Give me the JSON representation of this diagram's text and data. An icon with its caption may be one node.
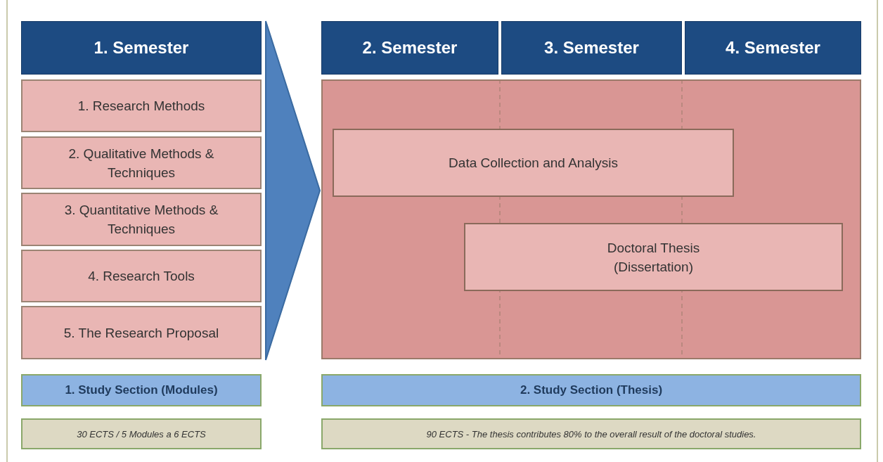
{
  "diagram": {
    "nodes": [
      {
        "text": [
          "1. Semester"
        ]
      },
      {
        "text": [
          "2. Semester"
        ]
      },
      {
        "text": [
          "3. Semester"
        ]
      },
      {
        "text": [
          "4. Semester"
        ]
      },
      {
        "text": [
          "1. Research Methods"
        ]
      },
      {
        "text": [
          "2. Qualitative Methods & Techniques"
        ]
      },
      {
        "text": [
          "3. Quantitative Methods & Techniques"
        ]
      },
      {
        "text": [
          "4. Research Tools"
        ]
      },
      {
        "text": [
          "5. The Research Proposal"
        ]
      },
      {
        "text": [],
        "shape": "box"
      },
      {
        "text": [
          "Data Collection and Analysis"
        ],
        "in": 9
      },
      {
        "text": [
          "Doctoral Thesis (Dissertation)"
        ],
        "in": 9
      },
      {
        "text": [
          "1. Study Section (Modules)"
        ]
      },
      {
        "text": [
          "2. Study Section (Thesis)"
        ]
      },
      {
        "text": [
          "30 ECTS / 5 Modules a 6 ECTS"
        ]
      },
      {
        "text": [
          "90 ECTS - The thesis contributes 80% to the overall result of the doctoral studies."
        ]
      }
    ],
    "edges": [
      {
        "from": null,
        "to": 9,
        "arrow": "to"
      }
    ]
  }
}
